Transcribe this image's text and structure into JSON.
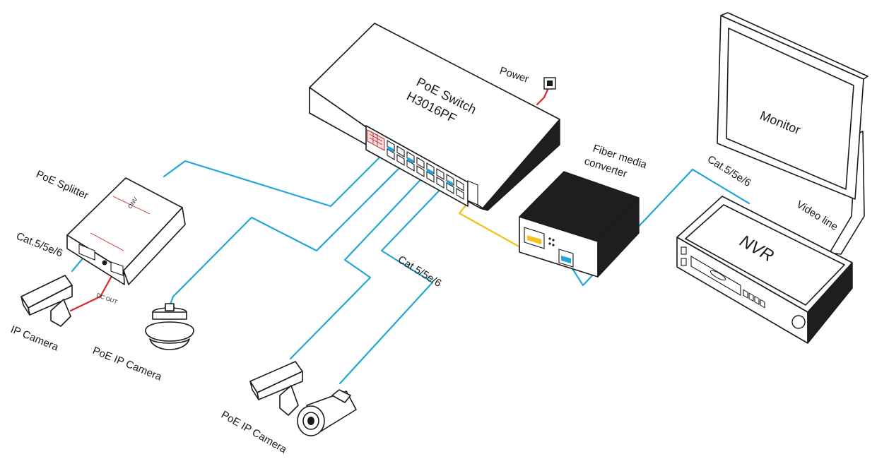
{
  "diagram": {
    "labels": {
      "switch_line1": "PoE  Switch",
      "switch_line2": "H3016PF",
      "power": "Power",
      "fiber_line1": "Fiber media",
      "fiber_line2": "converter",
      "monitor": "Monitor",
      "nvr": "NVR",
      "video_line": "Video line",
      "cat_right": "Cat.5/5e/6",
      "cat_left": "Cat.5/5e/6",
      "cat_middle": "Cat.5/5e/6",
      "poe_splitter": "PoE Splitter",
      "dc_out": "DC OUT",
      "ip_camera": "IP Camera",
      "poe_ip_camera_left": "PoE IP Camera",
      "poe_ip_camera_bottom": "PoE IP Camera"
    },
    "colors": {
      "ethernet_cable": "#22a6d9",
      "fiber_cable": "#f2c21a",
      "power_cable": "#d9262b",
      "device_outline": "#1a1a1a",
      "device_dark": "#1e1e1e"
    }
  }
}
